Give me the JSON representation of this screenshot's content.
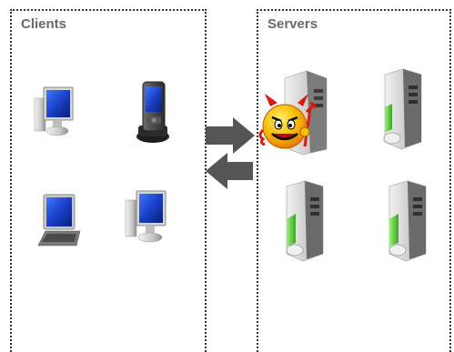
{
  "clients": {
    "title": "Clients",
    "devices": [
      {
        "type": "desktop-computer",
        "icon": "desktop-computer-icon"
      },
      {
        "type": "pda-in-cradle",
        "icon": "pda-icon"
      },
      {
        "type": "laptop",
        "icon": "laptop-icon"
      },
      {
        "type": "desktop-computer",
        "icon": "desktop-computer-icon"
      }
    ]
  },
  "servers": {
    "title": "Servers",
    "devices": [
      {
        "type": "tower-server",
        "icon": "server-icon",
        "compromised": true
      },
      {
        "type": "tower-server",
        "icon": "server-icon"
      },
      {
        "type": "tower-server",
        "icon": "server-icon"
      },
      {
        "type": "tower-server",
        "icon": "server-icon"
      }
    ]
  },
  "attacker": {
    "icon": "devil-smiley-icon"
  },
  "arrows": {
    "to_servers": "arrow-right-icon",
    "to_clients": "arrow-left-icon"
  },
  "colors": {
    "border": "#333333",
    "title": "#6a6a6a",
    "arrow": "#555555",
    "screen": "#1d3fc4",
    "server_green": "#5fcf3a",
    "devil": "#d91a0c"
  }
}
